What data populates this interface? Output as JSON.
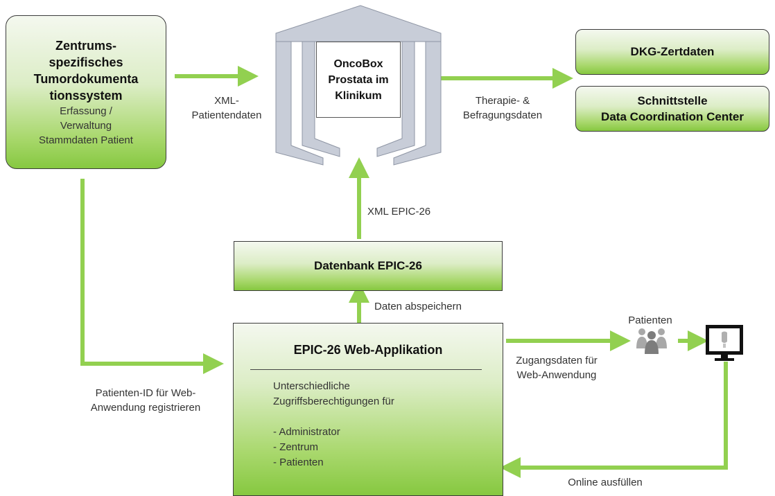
{
  "left_box": {
    "title_lines": [
      "Zentrums-",
      "spezifisches",
      "Tumordokumenta",
      "tionssystem"
    ],
    "sub_lines": [
      "Erfassung /",
      "Verwaltung",
      "Stammdaten Patient"
    ]
  },
  "oncobox": {
    "lines": [
      "OncoBox",
      "Prostata im",
      "Klinikum"
    ]
  },
  "dkg_box": {
    "label": "DKG-Zertdaten"
  },
  "schnitt_box": {
    "lines": [
      "Schnittstelle",
      "Data Coordination Center"
    ]
  },
  "db_box": {
    "label": "Datenbank EPIC-26"
  },
  "web_box": {
    "title": "EPIC-26 Web-Applikation",
    "desc_lines": [
      "Unterschiedliche",
      "Zugriffsberechtigungen für"
    ],
    "roles": [
      "- Administrator",
      "- Zentrum",
      "- Patienten"
    ]
  },
  "labels": {
    "xml_patientendaten": [
      "XML-",
      "Patientendaten"
    ],
    "therapie": [
      "Therapie- &",
      "Befragungsdaten"
    ],
    "xml_epic": "XML EPIC-26",
    "daten_abspeichern": "Daten abspeichern",
    "patienten": "Patienten",
    "zugangsdaten": [
      "Zugangsdaten für",
      "Web-Anwendung"
    ],
    "patienten_id": [
      "Patienten-ID für Web-",
      "Anwendung registrieren"
    ],
    "online": "Online ausfüllen"
  },
  "icons": {
    "patients": "people-group-icon",
    "computer": "monitor-icon"
  },
  "colors": {
    "arrow": "#92d050",
    "box_gradient_end": "#86c840",
    "house": "#c8cdd8"
  }
}
